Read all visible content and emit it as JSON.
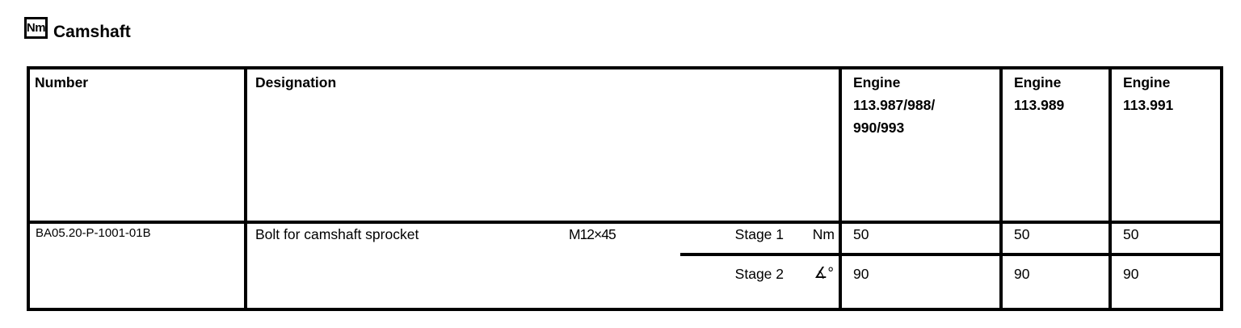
{
  "header": {
    "icon_label": "Nm",
    "title": "Camshaft"
  },
  "table": {
    "headers": {
      "number": "Number",
      "designation": "Designation",
      "engine1": "Engine\n113.987/988/\n990/993",
      "engine2": "Engine\n113.989",
      "engine3": "Engine\n113.991"
    },
    "row": {
      "number": "BA05.20-P-1001-01B",
      "designation": "Bolt for camshaft sprocket",
      "thread_size": "M12×45",
      "stages": [
        {
          "label": "Stage 1",
          "unit": "Nm",
          "values": [
            "50",
            "50",
            "50"
          ]
        },
        {
          "label": "Stage 2",
          "unit": "∡°",
          "values": [
            "90",
            "90",
            "90"
          ]
        }
      ]
    }
  }
}
